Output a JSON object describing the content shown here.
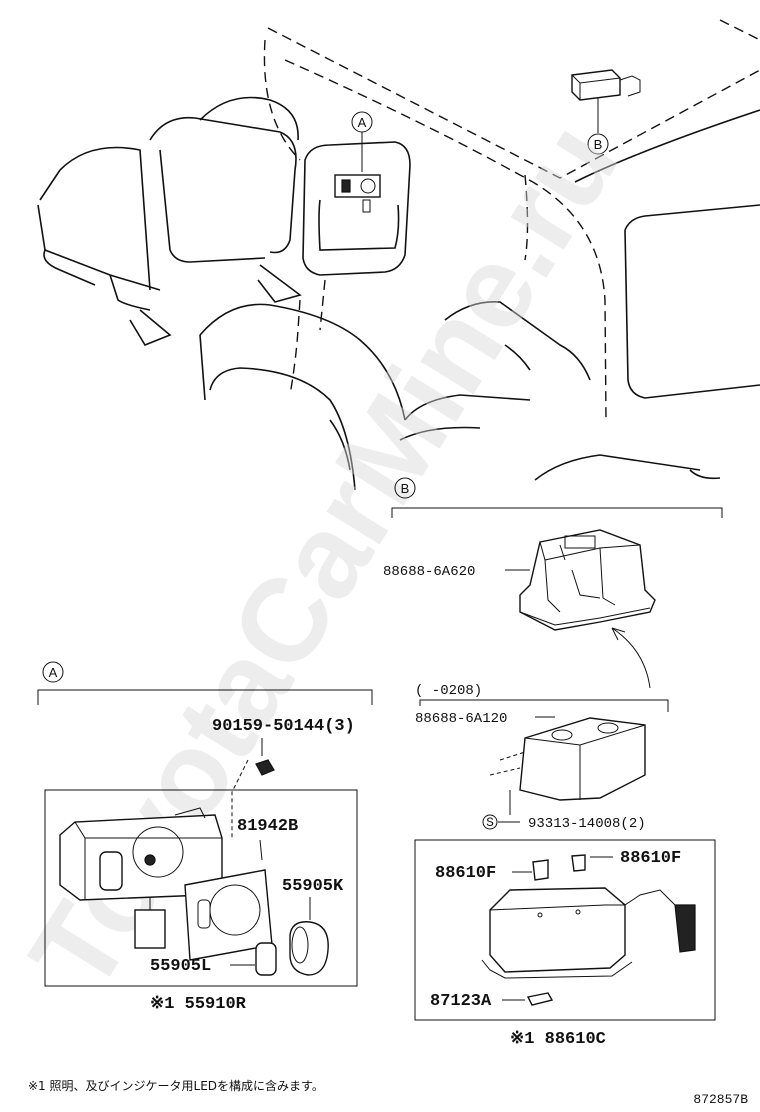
{
  "watermark": "ToyotaCarMine.ru",
  "callouts": {
    "a_top": "A",
    "b_top": "B",
    "b_section": "B",
    "a_section": "A",
    "s_symbol": "S"
  },
  "parts": {
    "p_88688_6A620": "88688-6A620",
    "range_note": "(      -0208)",
    "p_88688_6A120": "88688-6A120",
    "p_93313": "93313-14008(2)",
    "p_88610F_left": "88610F",
    "p_88610F_right": "88610F",
    "p_87123A": "87123A",
    "p_88610C": "※1 88610C",
    "p_90159": "90159-50144(3)",
    "p_81942B": "81942B",
    "p_55905K": "55905K",
    "p_55905L": "55905L",
    "p_55910R": "※1 55910R"
  },
  "footnote": "※1 照明、及びインジケータ用LEDを構成に含みます。",
  "drawing_code": "872857B"
}
